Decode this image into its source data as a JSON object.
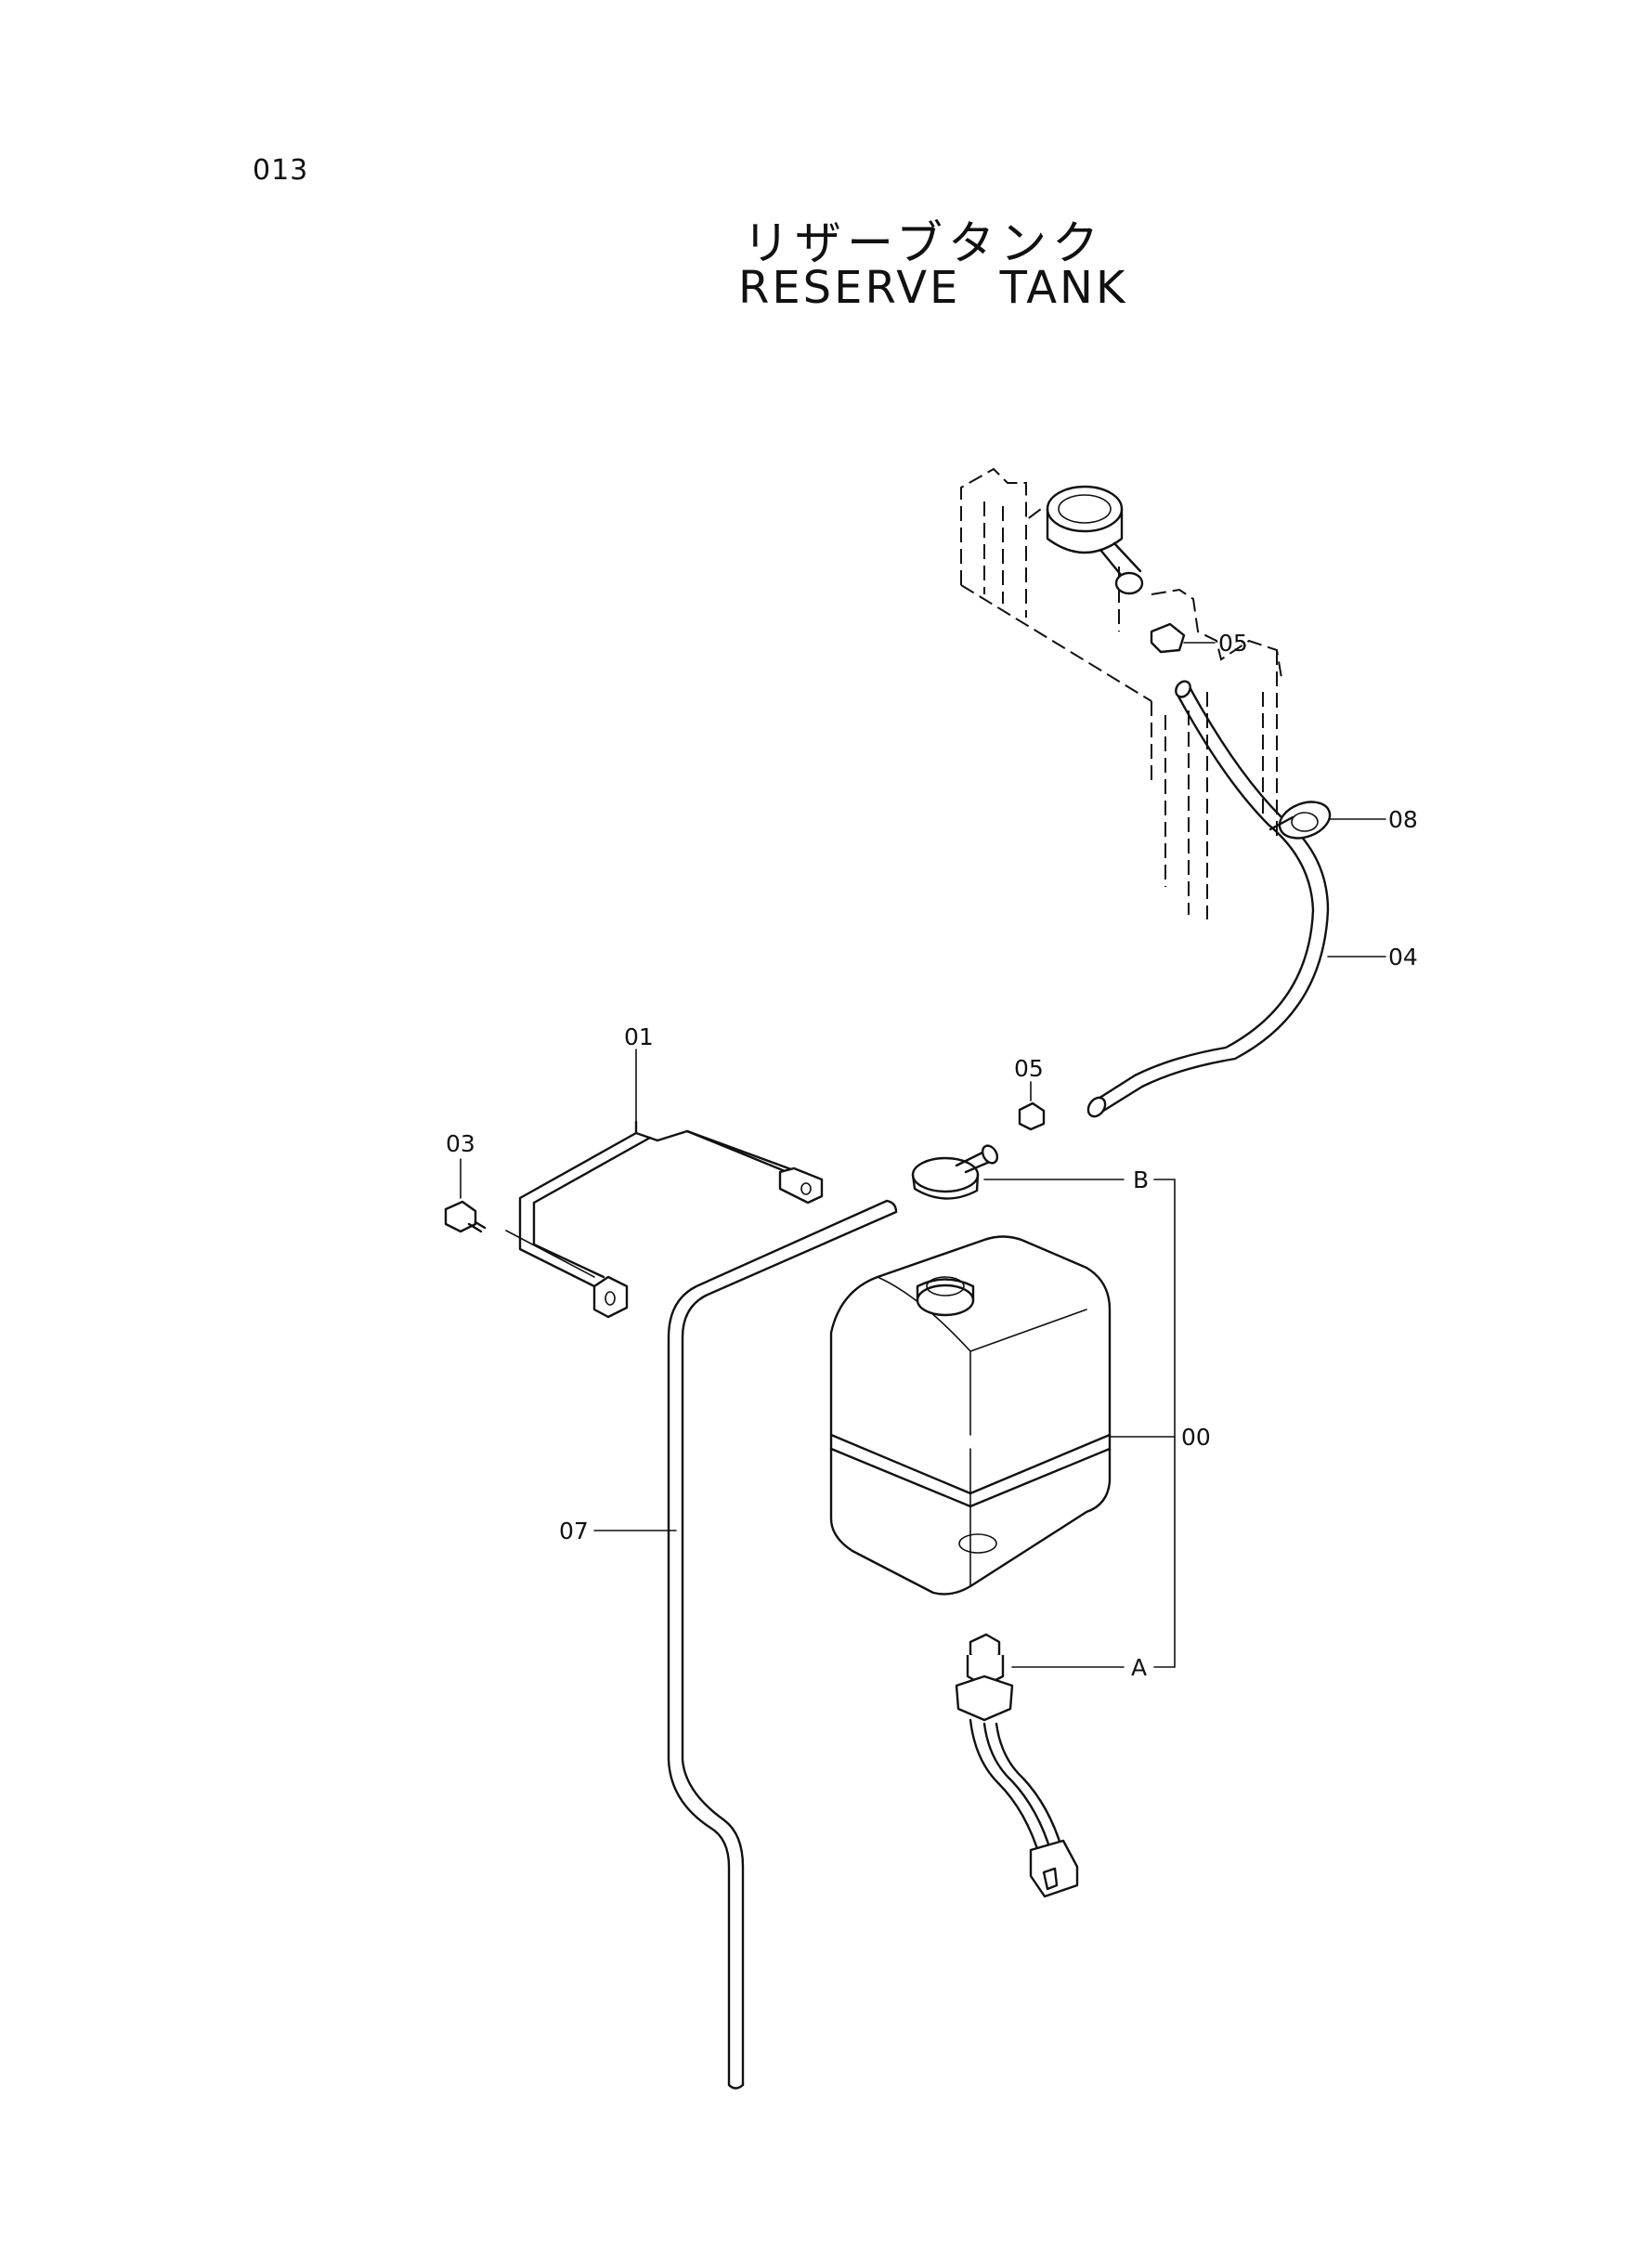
{
  "page_number": "013",
  "title_jp": "リザーブタンク",
  "title_en": "RESERVE  TANK",
  "callouts": {
    "c05_top": "05",
    "c08": "08",
    "c04": "04",
    "c01": "01",
    "c05_mid": "05",
    "c03": "03",
    "cB": "B",
    "c00": "00",
    "c07": "07",
    "cA": "A"
  }
}
